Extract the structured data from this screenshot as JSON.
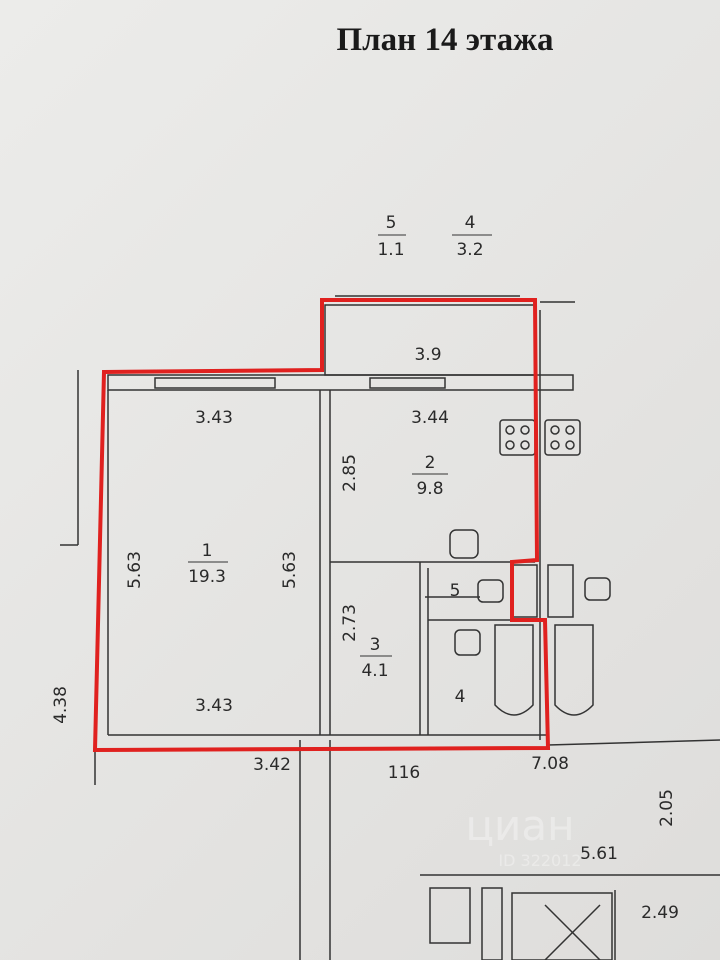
{
  "title": "План 14 этажа",
  "rooms": [
    {
      "number": "1",
      "area": "19.3"
    },
    {
      "number": "2",
      "area": "9.8"
    },
    {
      "number": "3",
      "area": "4.1"
    },
    {
      "number": "4",
      "label": "4"
    },
    {
      "number": "5",
      "label": "5"
    }
  ],
  "legend": [
    {
      "number": "5",
      "area": "1.1"
    },
    {
      "number": "4",
      "area": "3.2"
    }
  ],
  "dimensions": {
    "balcony": "3.9",
    "room1_top": "3.43",
    "room1_bottom": "3.43",
    "room1_left": "5.63",
    "room1_right": "5.63",
    "kitchen_top": "3.44",
    "kitchen_left": "2.85",
    "hall_left": "2.73",
    "left_outer": "4.38",
    "bottom_left": "3.42",
    "bottom_mid": "116",
    "bottom_right": "7.08",
    "right_vertical": "2.05",
    "corridor": "5.61",
    "small_room": "2.49"
  },
  "watermark": {
    "brand": "циан",
    "id": "ID 322012"
  },
  "colors": {
    "outline": "#e0211f",
    "lines": "#333333"
  }
}
